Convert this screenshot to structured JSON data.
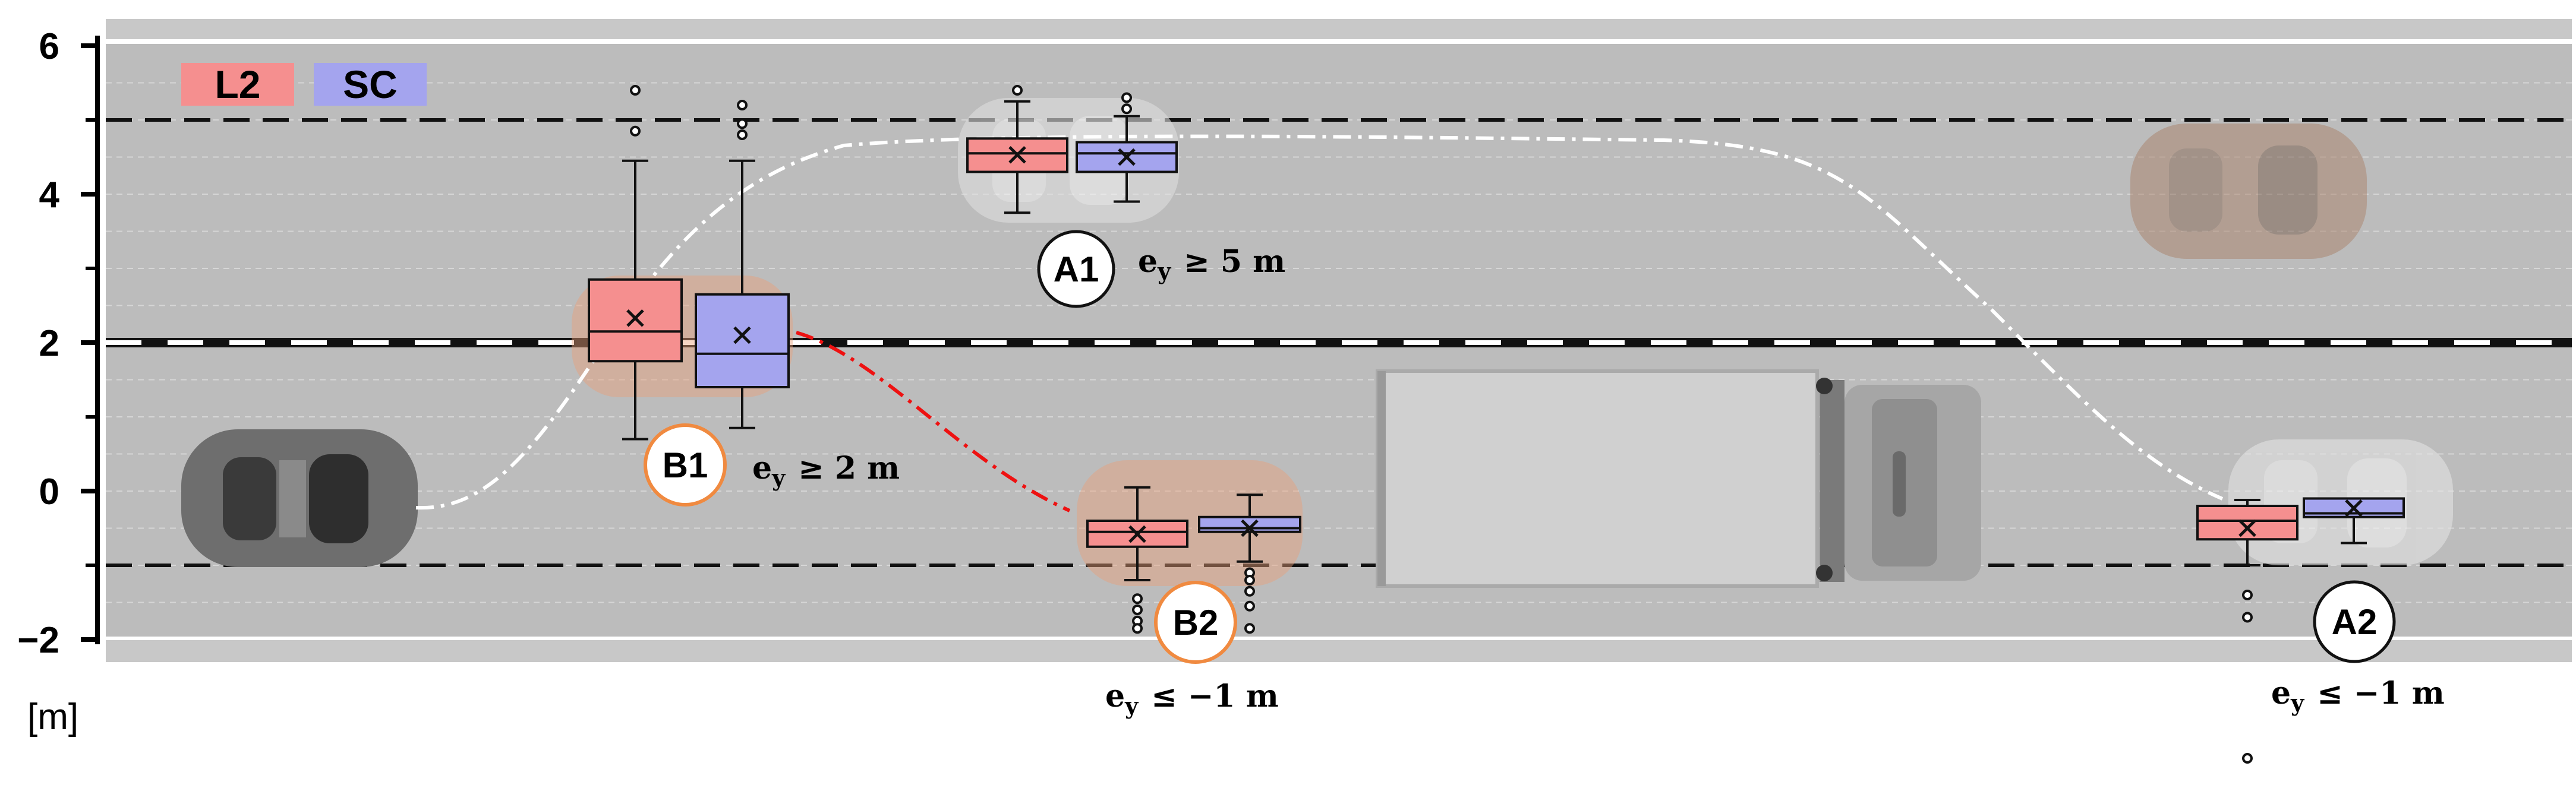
{
  "chart_data": {
    "type": "box",
    "ylabel_unit": "[m]",
    "ylim": [
      -2,
      6
    ],
    "y_ticks": [
      {
        "value": 6,
        "label": "6"
      },
      {
        "value": 4,
        "label": "4"
      },
      {
        "value": 2,
        "label": "2"
      },
      {
        "value": 0,
        "label": "0"
      },
      {
        "value": -2,
        "label": "−2"
      }
    ],
    "lane_lines": [
      {
        "y": 5,
        "style": "dashed-black"
      },
      {
        "y": 2,
        "style": "dashed-white-center"
      },
      {
        "y": -1,
        "style": "dashed-black"
      }
    ],
    "legend": [
      {
        "label": "L2",
        "color": "#f58f8f"
      },
      {
        "label": "SC",
        "color": "#a4a4ee"
      }
    ],
    "series_colors": {
      "L2": "#f58f8f",
      "SC": "#a4a4ee"
    },
    "groups": [
      {
        "label": "B1",
        "condition": [
          "e",
          "y",
          "≥ 2 m"
        ],
        "boxes": [
          {
            "series": "L2",
            "min": 0.7,
            "q1": 1.75,
            "median": 2.15,
            "q3": 2.85,
            "max": 4.45,
            "mean": 2.33,
            "outliers": [
              4.85,
              5.4
            ]
          },
          {
            "series": "SC",
            "min": 0.85,
            "q1": 1.4,
            "median": 1.85,
            "q3": 2.65,
            "max": 4.45,
            "mean": 2.1,
            "outliers": [
              4.8,
              4.95,
              5.2
            ]
          }
        ]
      },
      {
        "label": "A1",
        "condition": [
          "e",
          "y",
          "≥ 5 m"
        ],
        "boxes": [
          {
            "series": "L2",
            "min": 3.75,
            "q1": 4.3,
            "median": 4.55,
            "q3": 4.75,
            "max": 5.25,
            "mean": 4.53,
            "outliers": [
              5.4
            ]
          },
          {
            "series": "SC",
            "min": 3.9,
            "q1": 4.3,
            "median": 4.55,
            "q3": 4.7,
            "max": 5.05,
            "mean": 4.5,
            "outliers": [
              5.15,
              5.3
            ]
          }
        ]
      },
      {
        "label": "B2",
        "condition": [
          "e",
          "y",
          "≤ −1 m"
        ],
        "boxes": [
          {
            "series": "L2",
            "min": -1.2,
            "q1": -0.75,
            "median": -0.55,
            "q3": -0.4,
            "max": 0.05,
            "mean": -0.58,
            "outliers": [
              -1.45,
              -1.6,
              -1.75,
              -1.85
            ]
          },
          {
            "series": "SC",
            "min": -0.95,
            "q1": -0.55,
            "median": -0.5,
            "q3": -0.35,
            "max": -0.05,
            "mean": -0.5,
            "outliers": [
              -1.1,
              -1.2,
              -1.35,
              -1.55,
              -1.85
            ]
          }
        ]
      },
      {
        "label": "A2",
        "condition": [
          "e",
          "y",
          "≤ −1 m"
        ],
        "boxes": [
          {
            "series": "L2",
            "min": -1.0,
            "q1": -0.65,
            "median": -0.4,
            "q3": -0.2,
            "max": -0.12,
            "mean": -0.5,
            "outliers": [
              -1.4,
              -1.7,
              -3.6
            ]
          },
          {
            "series": "SC",
            "min": -0.7,
            "q1": -0.35,
            "median": -0.3,
            "q3": -0.1,
            "max": -0.1,
            "mean": -0.23,
            "outliers": []
          }
        ]
      }
    ],
    "trajectories": [
      {
        "name": "ego-path",
        "color": "#ffffff",
        "style": "dash-dot"
      },
      {
        "name": "b-path",
        "color": "#ee1111",
        "style": "dash-dot"
      }
    ]
  }
}
